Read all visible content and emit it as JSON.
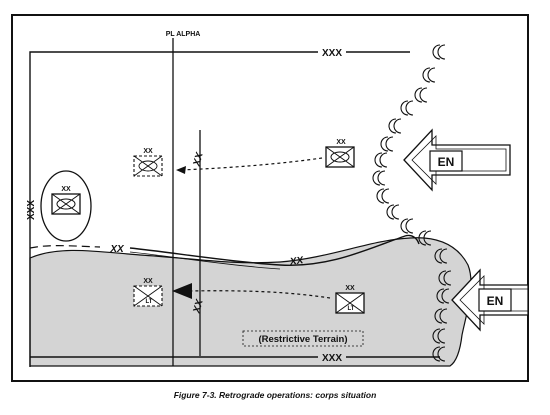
{
  "phase_line": "PL ALPHA",
  "boundaries": {
    "top": "XXX",
    "left": "XXX",
    "bottom": "XXX",
    "division_boundary": "XX",
    "division_boundary_mid": "XX",
    "vertical_upper": "XX",
    "vertical_lower": "XX"
  },
  "units": {
    "reserve": "XX",
    "north_enemy_unit": "XX",
    "north_retiring_unit": "XX",
    "south_enemy_unit": "XX",
    "south_retiring_unit": "XX",
    "south_unit_sublabel": "LT"
  },
  "enemy": {
    "north_label": "EN",
    "south_label": "EN"
  },
  "terrain_label": "(Restrictive Terrain)",
  "caption": "Figure 7-3. Retrograde operations: corps situation",
  "colors": {
    "restrictive_fill": "#d4d4d4",
    "ink": "#111111"
  }
}
